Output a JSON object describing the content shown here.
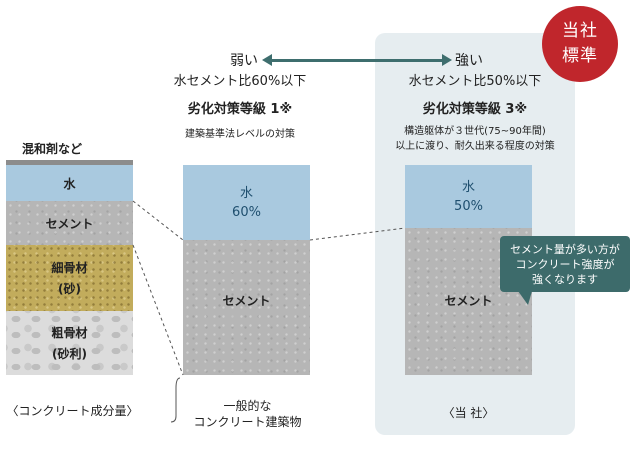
{
  "badge": {
    "line1": "当社",
    "line2": "標準"
  },
  "scale": {
    "weak": "弱い",
    "strong": "強い"
  },
  "standard": {
    "ratio": "水セメント比60%以下",
    "grade": "劣化対策等級 1※",
    "note": "建築基準法レベルの対策",
    "water_label": "水",
    "water_pct": "60%",
    "cement_label": "セメント",
    "caption_line1": "一般的な",
    "caption_line2": "コンクリート建築物"
  },
  "company": {
    "ratio": "水セメント比50%以下",
    "grade": "劣化対策等級 3※",
    "note_line1": "構造躯体が３世代(75~90年間)",
    "note_line2": "以上に渡り、耐久出来る程度の対策",
    "water_label": "水",
    "water_pct": "50%",
    "cement_label": "セメント",
    "caption": "〈当 社〉"
  },
  "composition": {
    "admixture": "混和剤など",
    "water": "水",
    "cement": "セメント",
    "fine_aggregate_1": "細骨材",
    "fine_aggregate_2": "(砂)",
    "coarse_aggregate_1": "粗骨材",
    "coarse_aggregate_2": "(砂利)",
    "caption": "〈コンクリート成分量〉"
  },
  "callout": {
    "line1": "セメント量が多い方が",
    "line2": "コンクリート強度が",
    "line3": "強くなります"
  },
  "colors": {
    "water": "#a9c9df",
    "cement": "#b6b6b6",
    "sand": "#c2ac5c",
    "gravel": "#dcdcdc",
    "badge": "#c0262c",
    "accent": "#3d6b6b",
    "panel": "#e6edf0"
  },
  "chart_data": {
    "type": "bar",
    "categories": [
      "一般的な コンクリート建築物",
      "当社"
    ],
    "series": [
      {
        "name": "水",
        "values": [
          60,
          50
        ]
      }
    ]
  }
}
